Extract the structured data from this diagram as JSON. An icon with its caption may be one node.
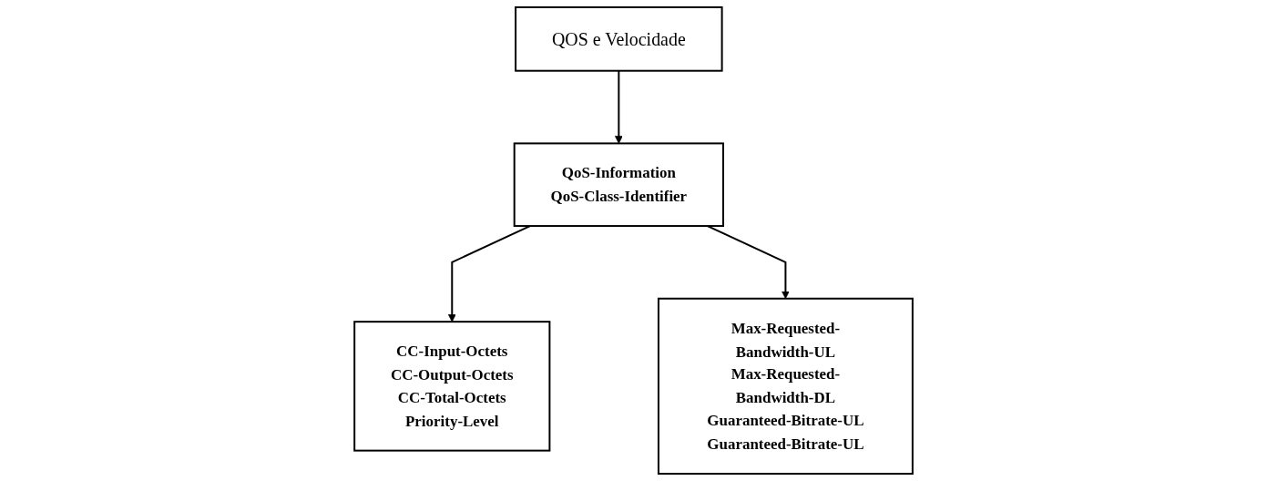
{
  "diagram": {
    "nodes": [
      {
        "text": [
          "QOS e Velocidade"
        ]
      },
      {
        "text": [
          "QoS-Information",
          "QoS-Class-Identifier"
        ]
      },
      {
        "text": [
          "CC-Input-Octets",
          "CC-Output-Octets",
          "CC-Total-Octets",
          "Priority-Level"
        ]
      },
      {
        "text": [
          "Max-Requested-Bandwidth-UL",
          "Max-Requested-Bandwidth-DL",
          "Guaranteed-Bitrate-UL",
          "Guaranteed-Bitrate-UL"
        ]
      }
    ],
    "edges": [
      {
        "from": 0,
        "to": 1,
        "arrow": "to"
      },
      {
        "from": 1,
        "to": 2,
        "arrow": "to"
      },
      {
        "from": 1,
        "to": 3,
        "arrow": "to"
      }
    ]
  }
}
